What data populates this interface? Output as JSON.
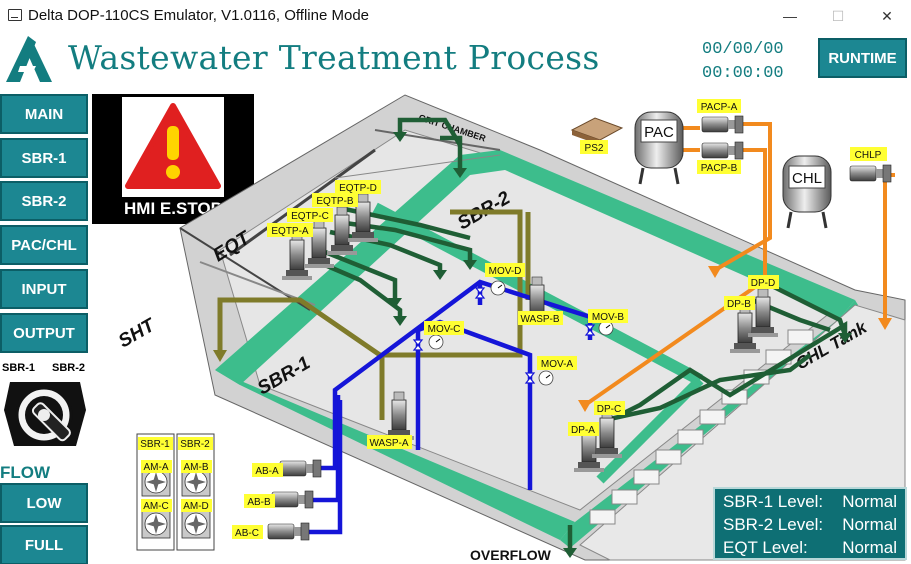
{
  "window": {
    "title": "Delta DOP-110CS Emulator, V1.0116, Offline Mode",
    "minimize": "—",
    "maximize": "☐",
    "close": "✕"
  },
  "header": {
    "title": "Wastewater Treatment Process",
    "date": "00/00/00",
    "time": "00:00:00",
    "runtime_label": "RUNTIME"
  },
  "nav": {
    "main": "MAIN",
    "sbr1": "SBR-1",
    "sbr2": "SBR-2",
    "pacchl": "PAC/CHL",
    "input": "INPUT",
    "output": "OUTPUT"
  },
  "estop": {
    "label": "HMI E.STOP"
  },
  "selector": {
    "left": "SBR-1",
    "right": "SBR-2"
  },
  "flow": {
    "title": "FLOW",
    "low": "LOW",
    "full": "FULL"
  },
  "zones": {
    "grit": "GRIT CHAMBER",
    "eqt": "EQT",
    "sht": "SHT",
    "sbr1": "SBR-1",
    "sbr2": "SBR-2",
    "chl_tank": "CHL Tank",
    "overflow": "OVERFLOW"
  },
  "equipment": {
    "pac": "PAC",
    "chl": "CHL",
    "ps2": "PS2",
    "pacp_a": "PACP-A",
    "pacp_b": "PACP-B",
    "chlp": "CHLP",
    "eqtp_a": "EQTP-A",
    "eqtp_b": "EQTP-B",
    "eqtp_c": "EQTP-C",
    "eqtp_d": "EQTP-D",
    "mov_a": "MOV-A",
    "mov_b": "MOV-B",
    "mov_c": "MOV-C",
    "mov_d": "MOV-D",
    "wasp_a": "WASP-A",
    "wasp_b": "WASP-B",
    "dp_a": "DP-A",
    "dp_b": "DP-B",
    "dp_c": "DP-C",
    "dp_d": "DP-D",
    "ab_a": "AB-A",
    "ab_b": "AB-B",
    "ab_c": "AB-C",
    "am_sbr1": "SBR-1",
    "am_sbr2": "SBR-2",
    "am_a": "AM-A",
    "am_b": "AM-B",
    "am_c": "AM-C",
    "am_d": "AM-D"
  },
  "status": {
    "sbr1_label": "SBR-1 Level:",
    "sbr1_value": "Normal",
    "sbr2_label": "SBR-2 Level:",
    "sbr2_value": "Normal",
    "eqt_label": "EQT Level:",
    "eqt_value": "Normal"
  },
  "colors": {
    "teal": "#1c8792",
    "title_teal": "#137d80",
    "pipe_green": "#1f5e35",
    "pipe_blue": "#1515d8",
    "pipe_orange": "#f28a1e",
    "pipe_olive": "#7f7b2a",
    "walkway": "#3dbd8c",
    "label_yellow": "#ffff33"
  }
}
